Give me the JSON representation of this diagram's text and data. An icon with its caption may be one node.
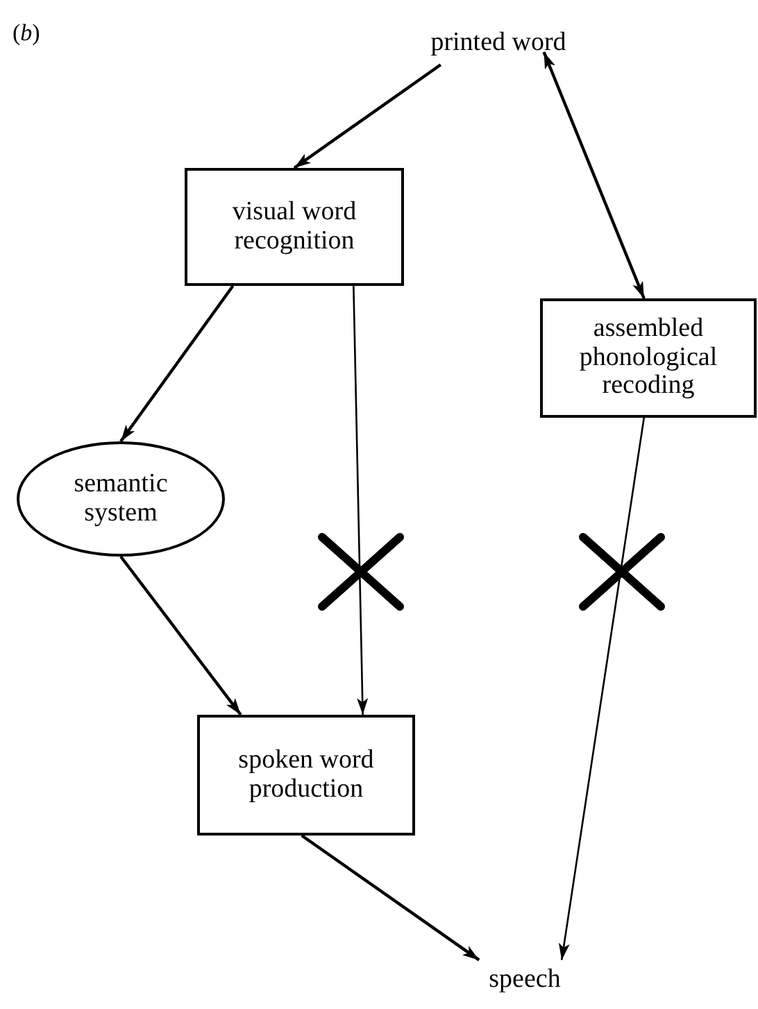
{
  "diagram": {
    "nodes": [
      {
        "text": [
          "printed word"
        ]
      },
      {
        "text": [
          "visual word recognition"
        ]
      },
      {
        "text": [
          "assembled phonological recoding"
        ]
      },
      {
        "text": [
          "semantic system"
        ]
      },
      {
        "text": [
          "spoken word production"
        ]
      },
      {
        "text": [
          "speech"
        ]
      }
    ],
    "edges": [
      {
        "from": 0,
        "to": 1,
        "arrow": "to"
      },
      {
        "from": 0,
        "to": 2,
        "arrow": "both"
      },
      {
        "from": 1,
        "to": 3,
        "arrow": "to"
      },
      {
        "from": 1,
        "to": 4,
        "arrow": "to"
      },
      {
        "from": 3,
        "to": 4,
        "arrow": "to"
      },
      {
        "from": 2,
        "to": 5,
        "arrow": "to"
      },
      {
        "from": 4,
        "to": 5,
        "arrow": "to"
      }
    ],
    "labels": [
      "(*b*)"
    ]
  }
}
